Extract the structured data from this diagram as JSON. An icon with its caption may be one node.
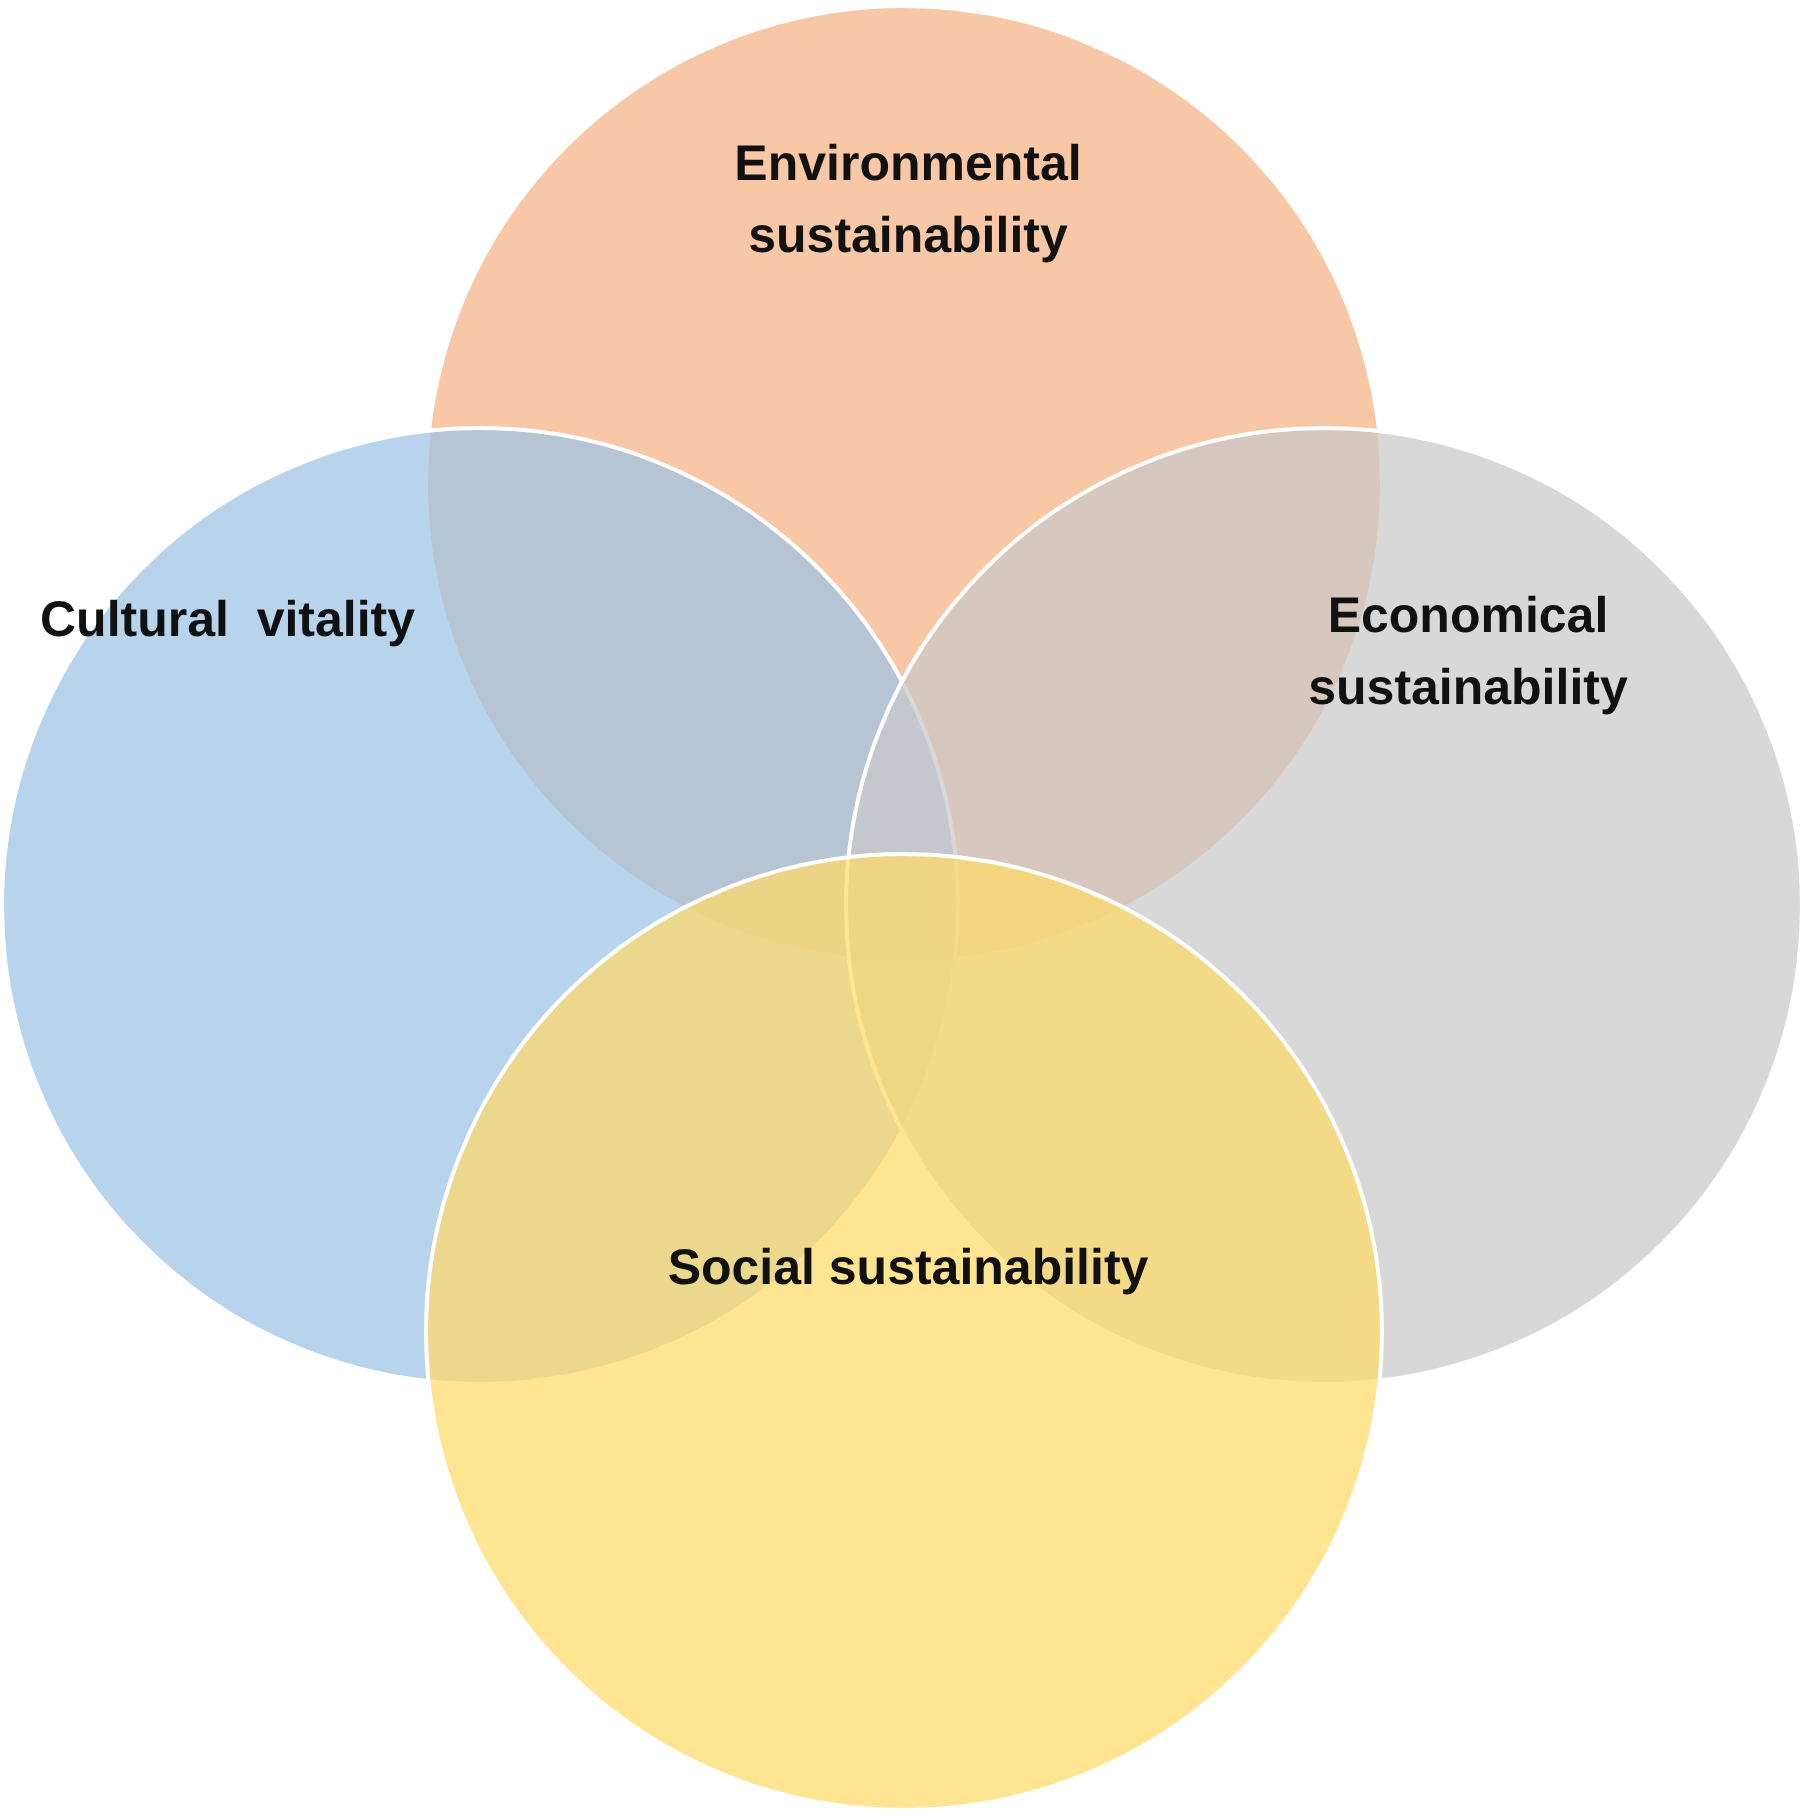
{
  "diagram": {
    "nodes": [
      {
        "text": [
          "Environmental sustainability"
        ]
      },
      {
        "text": [
          "Cultural  vitality"
        ]
      },
      {
        "text": [
          "Economical sustainability"
        ]
      },
      {
        "text": [
          "Social sustainability"
        ]
      }
    ]
  }
}
